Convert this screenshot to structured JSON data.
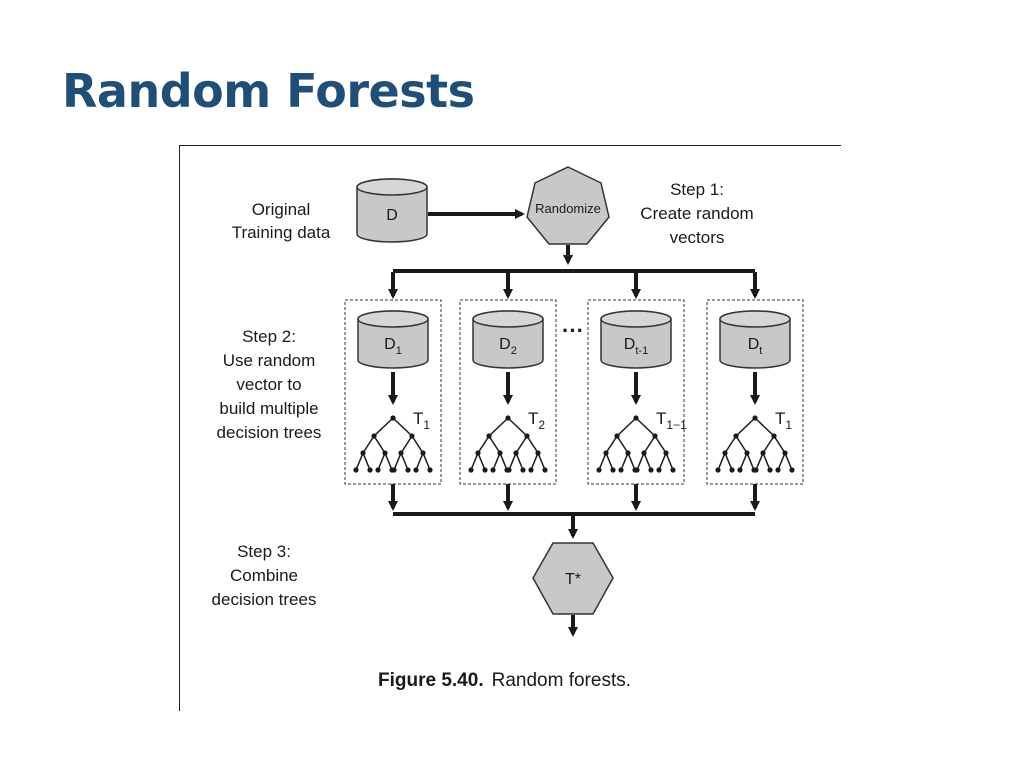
{
  "slide": {
    "title": "Random Forests"
  },
  "diagram": {
    "input_label": [
      "Original",
      "Training data"
    ],
    "data_node": "D",
    "randomize_node": "Randomize",
    "step1_label": [
      "Step 1:",
      "Create random",
      "vectors"
    ],
    "step2_label": [
      "Step 2:",
      "Use random",
      "vector to",
      "build multiple",
      "decision trees"
    ],
    "step3_label": [
      "Step 3:",
      "Combine",
      "decision trees"
    ],
    "subsets": [
      {
        "name": "D",
        "sub": "1",
        "tree": "T",
        "tree_sub": "1"
      },
      {
        "name": "D",
        "sub": "2",
        "tree": "T",
        "tree_sub": "2"
      },
      {
        "name": "D",
        "sub": "t-1",
        "tree": "T",
        "tree_sub": "1−1"
      },
      {
        "name": "D",
        "sub": "t",
        "tree": "T",
        "tree_sub": "1"
      }
    ],
    "ellipsis": "···",
    "combined_node": "T*"
  },
  "caption": {
    "label": "Figure 5.40.",
    "text": "Random forests."
  }
}
